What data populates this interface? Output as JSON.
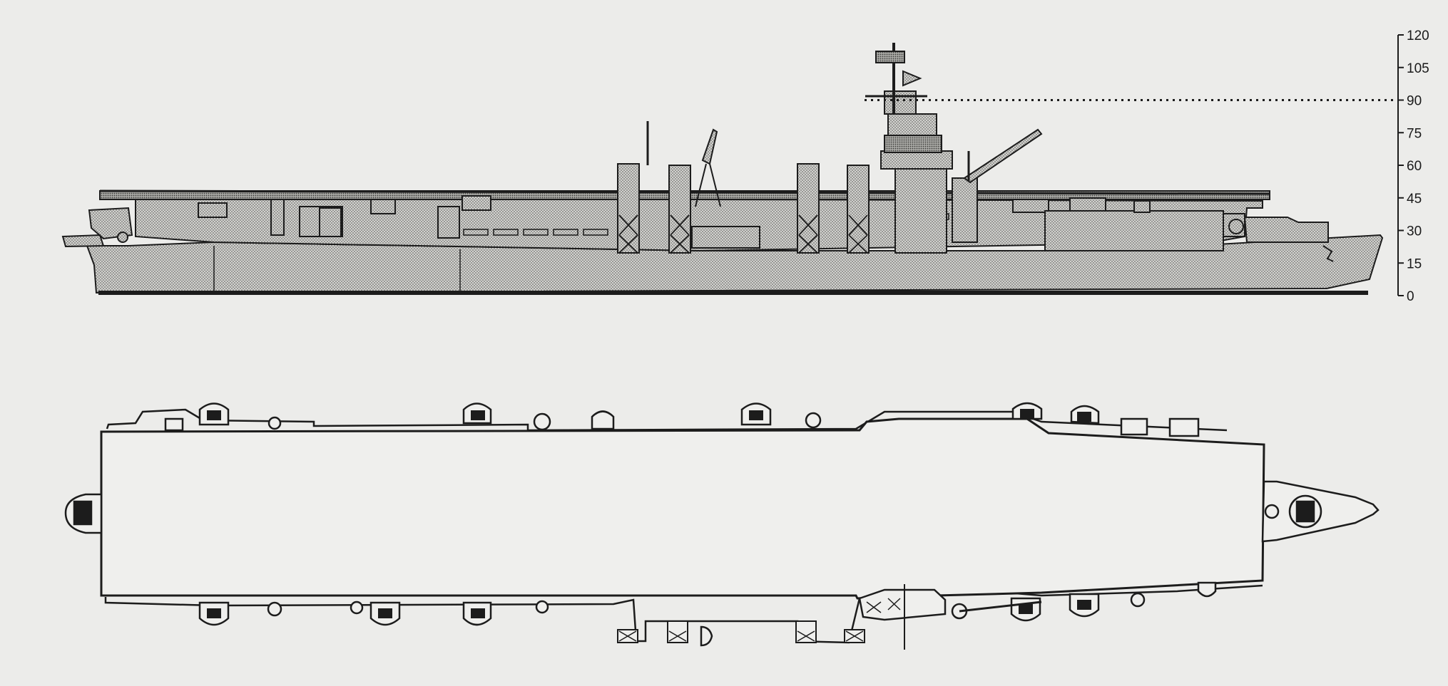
{
  "diagram": {
    "views": [
      "profile",
      "plan"
    ],
    "height_scale": {
      "ticks": [
        0,
        15,
        30,
        45,
        60,
        75,
        90,
        105,
        120
      ],
      "labels": [
        "0",
        "15",
        "30",
        "45",
        "60",
        "75",
        "90",
        "105",
        "120"
      ],
      "reference_line_value": 90
    }
  },
  "colors": {
    "background": "#ececea",
    "ink": "#1c1c1c",
    "stipple": "#8a8a88"
  }
}
